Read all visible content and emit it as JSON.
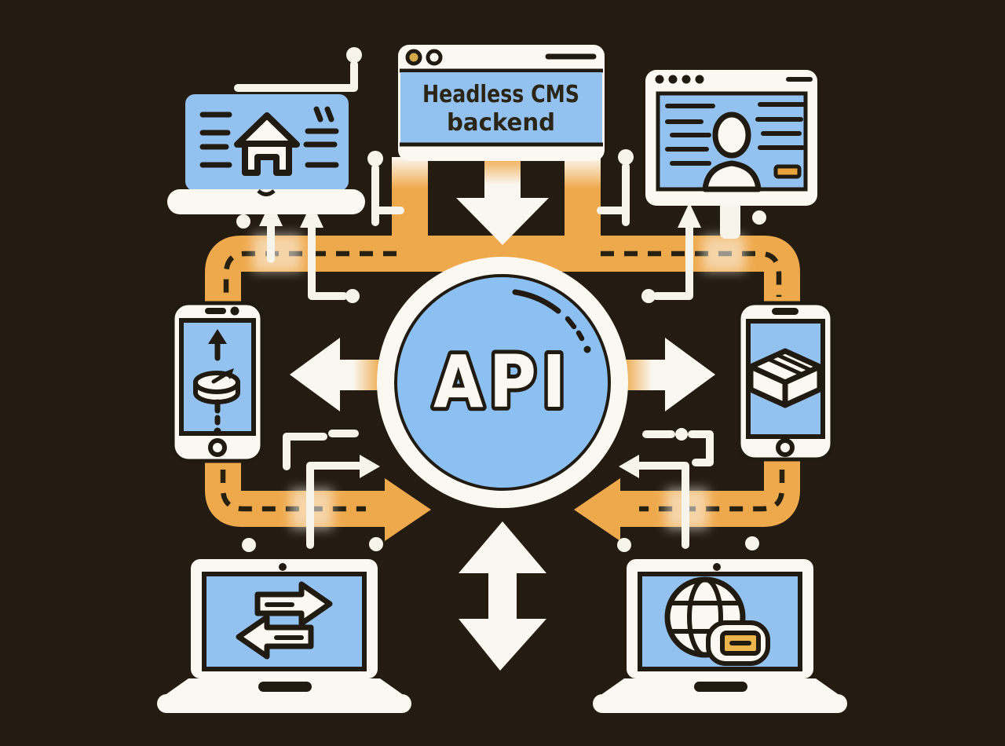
{
  "scene": {
    "description": "Headless CMS architecture diagram: central API hub connected to CMS backend window and six client devices by orange data pipes and white arrows",
    "background": "#241c10",
    "palette": {
      "screen_blue": "#93c2f1",
      "hub_blue": "#8cc0f2",
      "pipe_orange": "#efa94d",
      "paper_white": "#faf7f0",
      "ink_dark": "#201a11",
      "accent_orange": "#e8a33e",
      "dot_gold": "#d3a94a"
    },
    "cms_window": {
      "title_line1": "Headless CMS",
      "title_line2": "backend"
    },
    "api_hub": {
      "label": "API"
    },
    "devices": [
      {
        "id": "laptop-website",
        "icon": "home-icon",
        "position": "top-left"
      },
      {
        "id": "browser-profile",
        "icon": "user-icon",
        "position": "top-right"
      },
      {
        "id": "phone-database",
        "icon": "database-disc-icon",
        "position": "middle-left"
      },
      {
        "id": "phone-package",
        "icon": "package-box-icon",
        "position": "middle-right"
      },
      {
        "id": "laptop-transfer",
        "icon": "transfer-arrows-icon",
        "position": "bottom-left"
      },
      {
        "id": "laptop-globe",
        "icon": "globe-icon",
        "position": "bottom-right"
      }
    ]
  }
}
